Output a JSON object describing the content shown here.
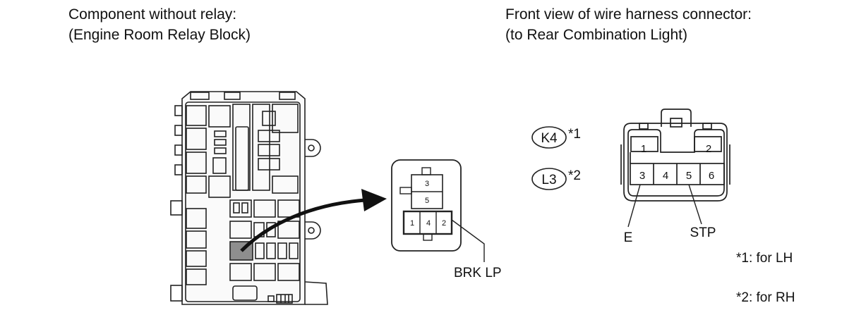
{
  "left_heading": {
    "line1": "Component without relay:",
    "line2": "(Engine Room Relay Block)"
  },
  "right_heading": {
    "line1": "Front view of wire harness connector:",
    "line2": "(to Rear Combination Light)"
  },
  "relay_socket": {
    "pins_top": [
      "3",
      "5"
    ],
    "pins_bottom": [
      "1",
      "4",
      "2"
    ],
    "label": "BRK LP"
  },
  "connector_codes": [
    {
      "code": "K4",
      "note": "*1"
    },
    {
      "code": "L3",
      "note": "*2"
    }
  ],
  "harness_connector": {
    "top_pins": [
      "1",
      "2"
    ],
    "bottom_pins": [
      "3",
      "4",
      "5",
      "6"
    ],
    "terminal_labels": [
      "E",
      "STP"
    ]
  },
  "footnotes": [
    "*1: for LH",
    "*2: for RH"
  ]
}
